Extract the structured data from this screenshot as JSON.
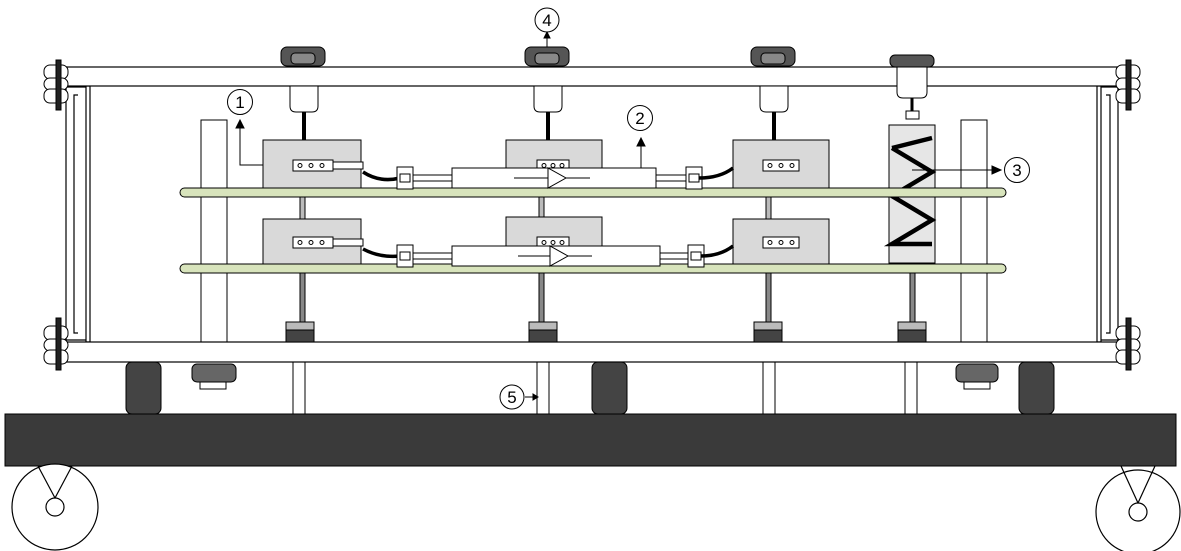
{
  "diagram": {
    "callouts": [
      {
        "id": "1",
        "text": "1"
      },
      {
        "id": "2",
        "text": "2"
      },
      {
        "id": "3",
        "text": "3"
      },
      {
        "id": "4",
        "text": "4"
      },
      {
        "id": "5",
        "text": "5"
      }
    ],
    "colors": {
      "outline": "#000000",
      "base": "#3a3a3a",
      "rubber": "#444444",
      "module_fill": "#d9d9d9",
      "rail_fill": "#d8e4bc",
      "white": "#ffffff"
    }
  }
}
